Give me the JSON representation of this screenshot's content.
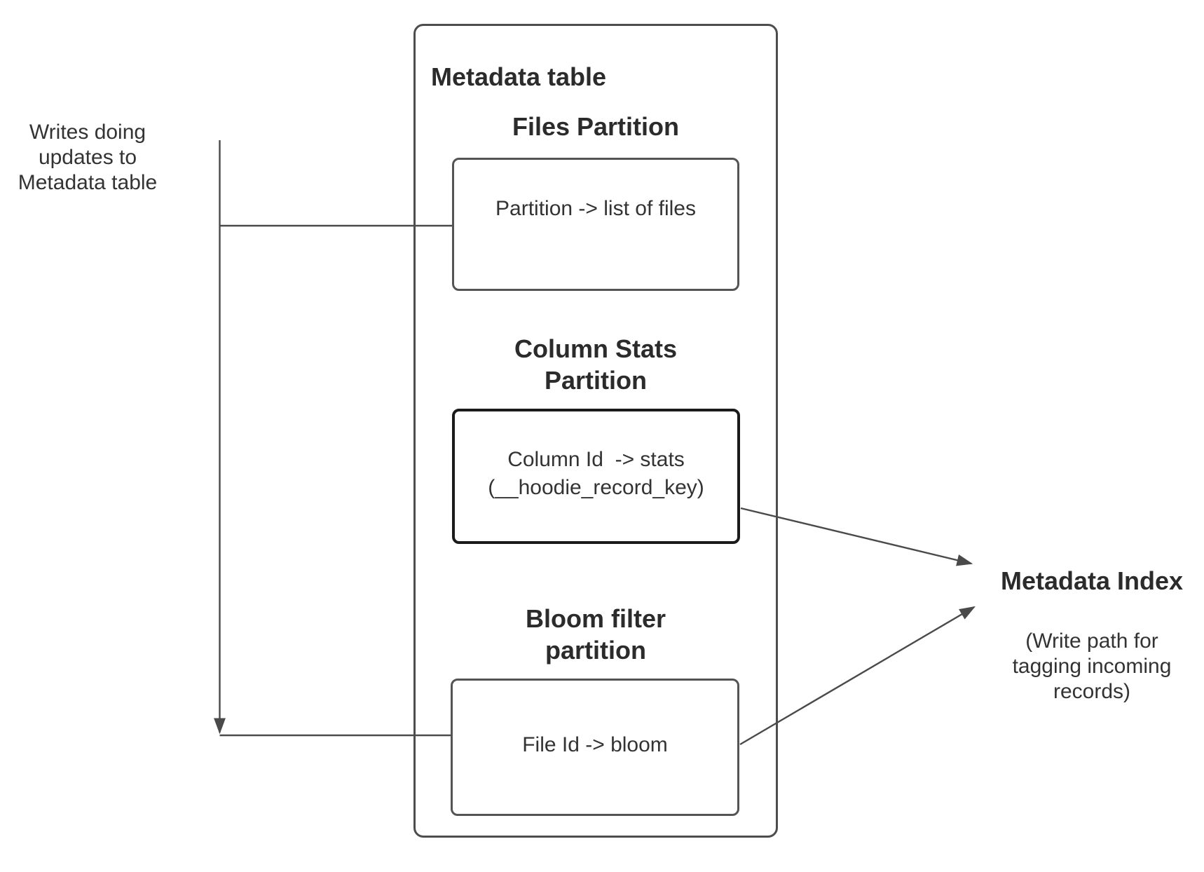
{
  "colors": {
    "background": "#ffffff",
    "connector_line": "#4a4a4a",
    "outer_box_border": "#4d4d4d",
    "inner_box_border": "#545454",
    "emphasis_box_border": "#1b1b1b",
    "heading_text": "#2b2b2b",
    "body_text": "#333333"
  },
  "left_note": {
    "line1": "Writes doing",
    "line2": "updates to",
    "line3": "Metadata table"
  },
  "metadata_table": {
    "title": "Metadata table",
    "files_partition": {
      "heading": "Files Partition",
      "body": "Partition -> list of files"
    },
    "column_stats_partition": {
      "heading_line1": "Column Stats",
      "heading_line2": "Partition",
      "body_line1": "Column Id  -> stats",
      "body_line2": "(__hoodie_record_key)"
    },
    "bloom_filter_partition": {
      "heading_line1": "Bloom filter",
      "heading_line2": "partition",
      "body": "File Id -> bloom"
    }
  },
  "metadata_index": {
    "title": "Metadata Index",
    "caption_line1": "(Write path for",
    "caption_line2": "tagging incoming",
    "caption_line3": "records)"
  },
  "connectors": {
    "writes_down_arrow": "down-arrow",
    "writes_branch_to_files": "horizontal-line",
    "writes_branch_to_bloom": "horizontal-line",
    "column_stats_to_index": "right-arrow",
    "bloom_to_index": "up-right-arrow"
  }
}
